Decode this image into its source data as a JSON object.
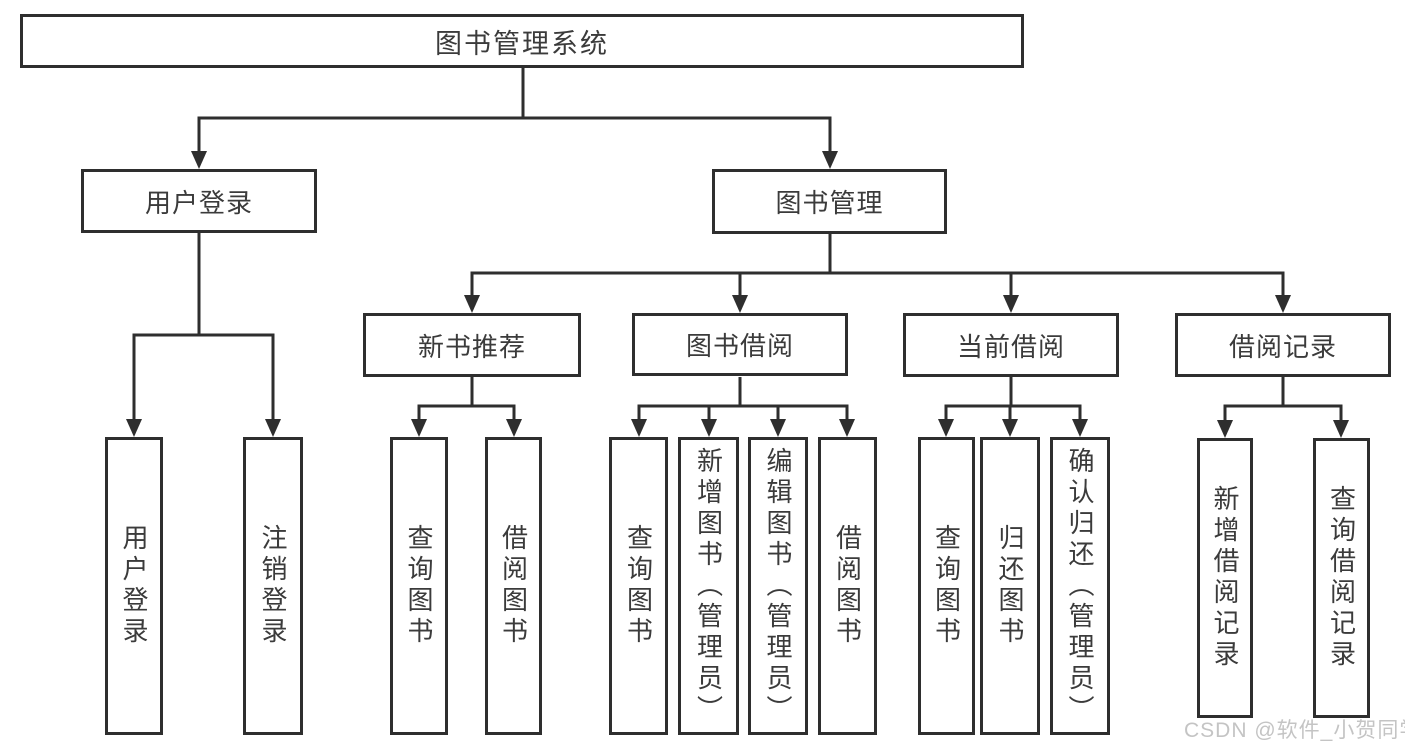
{
  "diagram": {
    "root": {
      "label": "图书管理系统"
    },
    "level2": {
      "user_login": {
        "label": "用户登录"
      },
      "book_mgmt": {
        "label": "图书管理"
      }
    },
    "level3": {
      "new_book_rec": {
        "label": "新书推荐"
      },
      "book_borrow": {
        "label": "图书借阅"
      },
      "current_borrow": {
        "label": "当前借阅"
      },
      "borrow_records": {
        "label": "借阅记录"
      }
    },
    "leaves": {
      "user_login": {
        "label": "用户登录"
      },
      "logout": {
        "label": "注销登录"
      },
      "rec_query_books": {
        "label": "查询图书"
      },
      "rec_borrow_books": {
        "label": "借阅图书"
      },
      "bb_query_books": {
        "label": "查询图书"
      },
      "bb_add_book_admin": {
        "label": "新增图书（管理员）"
      },
      "bb_edit_book_admin": {
        "label": "编辑图书（管理员）"
      },
      "bb_borrow_books": {
        "label": "借阅图书"
      },
      "cb_query_books": {
        "label": "查询图书"
      },
      "cb_return_books": {
        "label": "归还图书"
      },
      "cb_confirm_return_admin": {
        "label": "确认归还（管理员）"
      },
      "br_add_record": {
        "label": "新增借阅记录"
      },
      "br_query_record": {
        "label": "查询借阅记录"
      }
    },
    "structure": {
      "图书管理系统": {
        "用户登录": [
          "用户登录",
          "注销登录"
        ],
        "图书管理": {
          "新书推荐": [
            "查询图书",
            "借阅图书"
          ],
          "图书借阅": [
            "查询图书",
            "新增图书（管理员）",
            "编辑图书（管理员）",
            "借阅图书"
          ],
          "当前借阅": [
            "查询图书",
            "归还图书",
            "确认归还（管理员）"
          ],
          "借阅记录": [
            "新增借阅记录",
            "查询借阅记录"
          ]
        }
      }
    }
  },
  "watermark": {
    "text": "CSDN @软件_小贺同学"
  },
  "colors": {
    "line": "#2e2e2e",
    "box_border": "#2e2e2e",
    "text": "#3b3b3b",
    "background": "#ffffff",
    "watermark": "#c4c4c4"
  }
}
